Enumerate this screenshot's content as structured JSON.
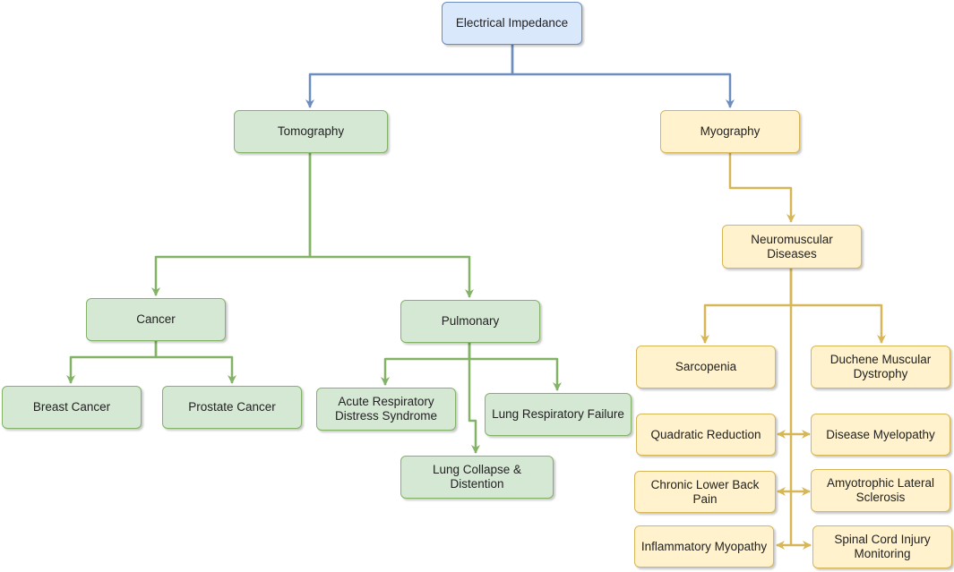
{
  "root": "Electrical Impedance",
  "branches": {
    "tomography": {
      "label": "Tomography",
      "cancer": {
        "label": "Cancer",
        "items": [
          "Breast Cancer",
          "Prostate Cancer"
        ]
      },
      "pulmonary": {
        "label": "Pulmonary",
        "items": [
          "Acute Respiratory\nDistress Syndrome",
          "Lung Respiratory Failure",
          "Lung Collapse &  Distention"
        ]
      }
    },
    "myography": {
      "label": "Myography",
      "neuromuscular": {
        "label": "Neuromuscular Diseases",
        "items": [
          "Sarcopenia",
          "Duchene Muscular\nDystrophy",
          "Quadratic Reduction",
          "Disease Myelopathy",
          "Chronic Lower Back Pain",
          "Amyotrophic Lateral\nSclerosis",
          "Inflammatory Myopathy",
          "Spinal Cord Injury\nMonitoring"
        ]
      }
    }
  },
  "colors": {
    "blue_fill": "#dae8fc",
    "blue_stroke": "#6c8ebf",
    "green_fill": "#d5e8d4",
    "green_stroke": "#82b366",
    "yellow_fill": "#fff2cc",
    "yellow_stroke": "#d6b656"
  }
}
